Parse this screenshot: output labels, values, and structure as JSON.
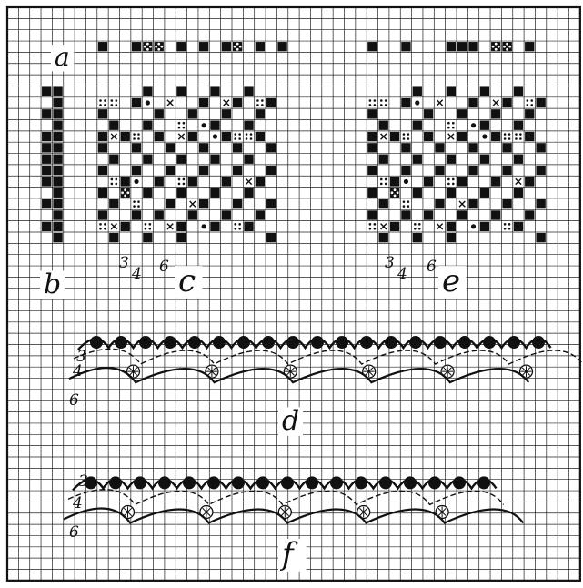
{
  "figure": {
    "labels": {
      "a": "a",
      "b": "b",
      "c": "c",
      "d": "d",
      "e": "e",
      "f": "f"
    },
    "thread_numbers": {
      "n3": "3",
      "n4": "4",
      "n6": "6"
    }
  },
  "colors": {
    "ink": "#111111",
    "paper": "#ffffff",
    "grid": "#222222"
  }
}
